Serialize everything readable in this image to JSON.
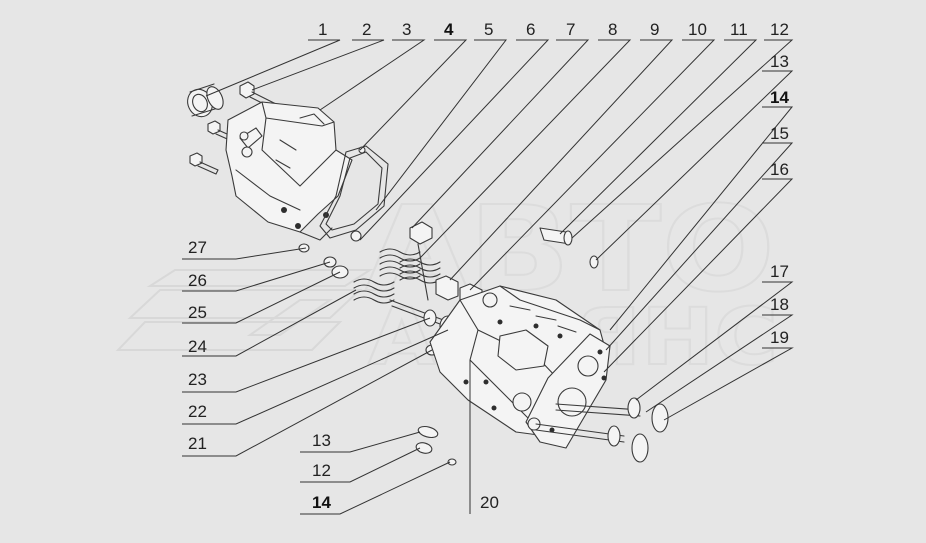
{
  "watermark": {
    "line1": "АВТО",
    "line2": "АЛЬЯНС"
  },
  "callouts": [
    {
      "id": "c1",
      "label": "1",
      "bold": false
    },
    {
      "id": "c2",
      "label": "2",
      "bold": false
    },
    {
      "id": "c3",
      "label": "3",
      "bold": false
    },
    {
      "id": "c4",
      "label": "4",
      "bold": true
    },
    {
      "id": "c5",
      "label": "5",
      "bold": false
    },
    {
      "id": "c6",
      "label": "6",
      "bold": false
    },
    {
      "id": "c7",
      "label": "7",
      "bold": false
    },
    {
      "id": "c8",
      "label": "8",
      "bold": false
    },
    {
      "id": "c9",
      "label": "9",
      "bold": false
    },
    {
      "id": "c10",
      "label": "10",
      "bold": false
    },
    {
      "id": "c11",
      "label": "11",
      "bold": false
    },
    {
      "id": "c12",
      "label": "12",
      "bold": false
    },
    {
      "id": "c13",
      "label": "13",
      "bold": false
    },
    {
      "id": "c14",
      "label": "14",
      "bold": true
    },
    {
      "id": "c15",
      "label": "15",
      "bold": false
    },
    {
      "id": "c16",
      "label": "16",
      "bold": false
    },
    {
      "id": "c17",
      "label": "17",
      "bold": false
    },
    {
      "id": "c18",
      "label": "18",
      "bold": false
    },
    {
      "id": "c19",
      "label": "19",
      "bold": false
    },
    {
      "id": "c20",
      "label": "20",
      "bold": false
    },
    {
      "id": "c21",
      "label": "21",
      "bold": false
    },
    {
      "id": "c22",
      "label": "22",
      "bold": false
    },
    {
      "id": "c23",
      "label": "23",
      "bold": false
    },
    {
      "id": "c24",
      "label": "24",
      "bold": false
    },
    {
      "id": "c25",
      "label": "25",
      "bold": false
    },
    {
      "id": "c26",
      "label": "26",
      "bold": false
    },
    {
      "id": "c27",
      "label": "27",
      "bold": false
    },
    {
      "id": "c13b",
      "label": "13",
      "bold": false
    },
    {
      "id": "c12b",
      "label": "12",
      "bold": false
    },
    {
      "id": "c14b",
      "label": "14",
      "bold": true
    }
  ]
}
